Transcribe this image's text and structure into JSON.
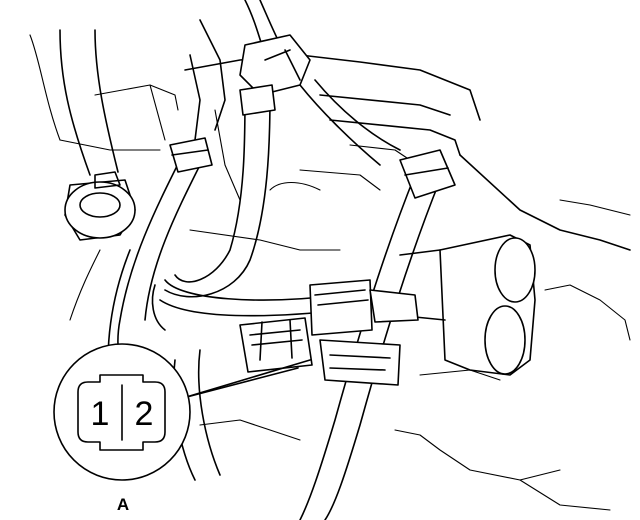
{
  "callout": {
    "label": "A",
    "pin_1": "1",
    "pin_2": "2"
  }
}
